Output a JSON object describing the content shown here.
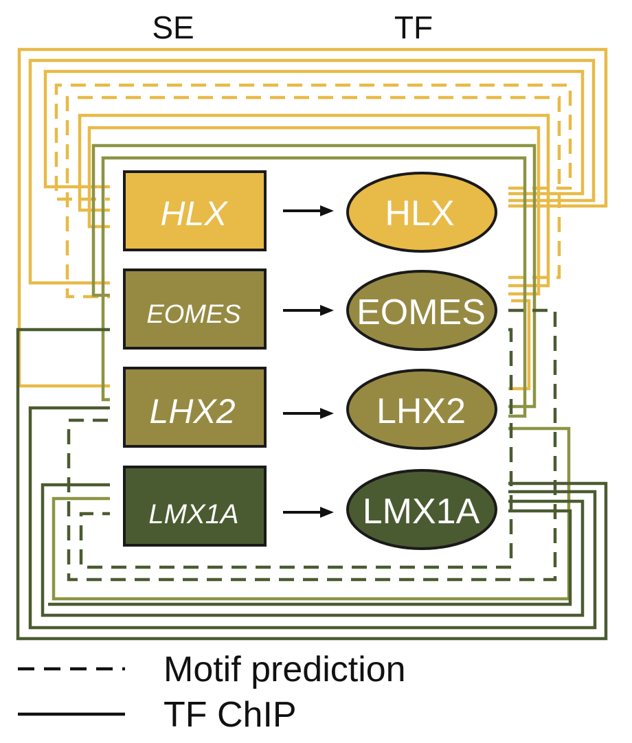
{
  "headers": {
    "se": "SE",
    "tf": "TF"
  },
  "genes": [
    {
      "gene_label": "HLX",
      "tf_label": "HLX",
      "fill": "#E8BA47"
    },
    {
      "gene_label": "EOMES",
      "tf_label": "EOMES",
      "fill": "#968A43"
    },
    {
      "gene_label": "LHX2",
      "tf_label": "LHX2",
      "fill": "#968A43"
    },
    {
      "gene_label": "LMX1A",
      "tf_label": "LMX1A",
      "fill": "#4B5B31"
    }
  ],
  "line_colors": {
    "hlx": "#E8BA47",
    "lhx2": "#8C9444",
    "lmx1a": "#4B5B31"
  },
  "legend": {
    "dashed_label": "Motif prediction",
    "solid_label": "TF ChIP"
  }
}
